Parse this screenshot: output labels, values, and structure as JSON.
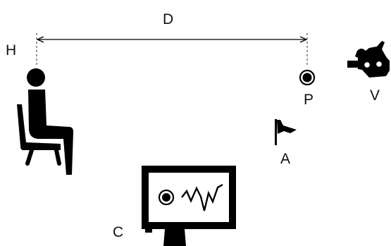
{
  "labels": {
    "h": "H",
    "d": "D",
    "p": "P",
    "v": "V",
    "a": "A",
    "c": "C"
  },
  "icons": {
    "person": "seated-person-icon",
    "target": "target-point-icon",
    "camera": "video-camera-icon",
    "flag": "flag-icon",
    "monitor": "monitor-icon"
  },
  "colors": {
    "ink": "#000000",
    "text": "#111111"
  }
}
